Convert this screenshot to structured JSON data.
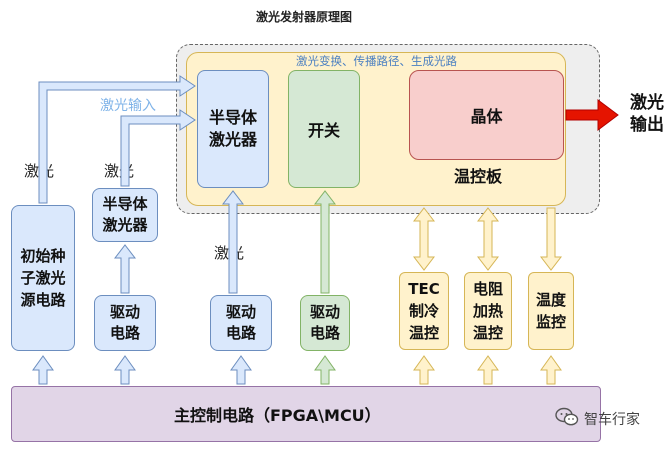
{
  "title": "激光发射器原理图",
  "dashed_caption": "激光变换、传播路径、生成光路",
  "temp_board_label": "温控板",
  "crystal_label": "晶体",
  "switch_label": "开关",
  "semi_laser_main": [
    "半导体",
    "激光器"
  ],
  "laser_input_label": "激光输入",
  "output_label": [
    "激光",
    "输出"
  ],
  "seed_top_label": "激光",
  "semi_top_label": "激光",
  "mid_laser_label": "激光",
  "seed_box": [
    "初始种",
    "子激光",
    "源电路"
  ],
  "semi_small": [
    "半导体",
    "激光器"
  ],
  "drive1": [
    "驱动",
    "电路"
  ],
  "drive2": [
    "驱动",
    "电路"
  ],
  "drive3": [
    "驱动",
    "电路"
  ],
  "tec": [
    "TEC",
    "制冷",
    "温控"
  ],
  "resist": [
    "电阻",
    "加热",
    "温控"
  ],
  "monitor": [
    "温度",
    "监控"
  ],
  "main_control": "主控制电路（FPGA\\MCU）",
  "watermark": "智车行家",
  "colors": {
    "blue_fill": "#dae8fc",
    "blue_stroke": "#6c8ebf",
    "green_fill": "#d5e8d4",
    "green_stroke": "#82b366",
    "yellow_fill": "#fff2cc",
    "yellow_stroke": "#d6b656",
    "crystal_fill": "#f8cecc",
    "crystal_stroke": "#b85450",
    "purple_fill": "#e1d5e7",
    "purple_stroke": "#9673a6",
    "output_arrow": "#e51400",
    "caption_blue": "#4a7fc1"
  },
  "icons": [
    "wechat-icon"
  ]
}
